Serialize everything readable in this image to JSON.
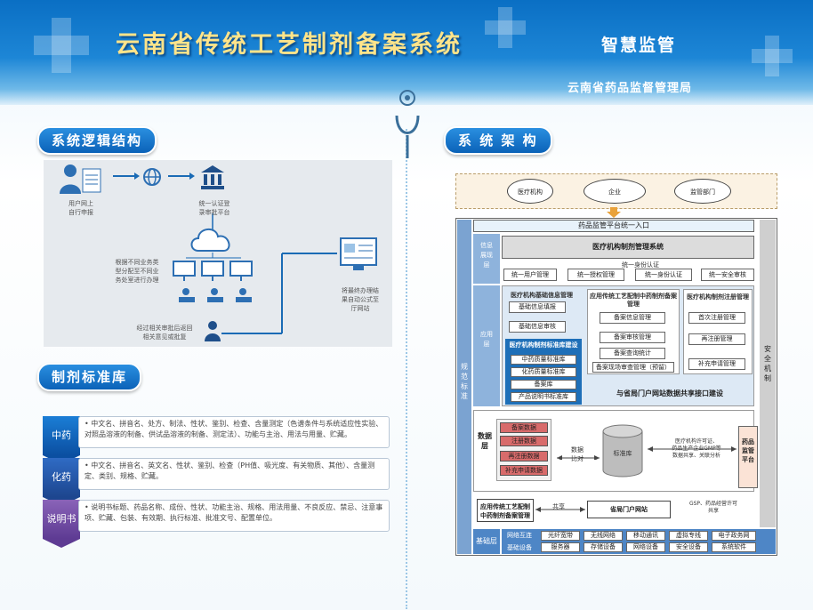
{
  "header": {
    "title": "云南省传统工艺制剂备案系统",
    "subtitle": "智慧监管",
    "org": "云南省药品监督管理局"
  },
  "sections": {
    "logic": "系统逻辑结构",
    "architecture": "系 统 架 构",
    "standards": "制剂标准库"
  },
  "flow": {
    "user_label": "用户网上\n自行申报",
    "auth_label": "统一认证登\n录审批平台",
    "dispatch_label": "根据不同业务类\n型分配至不同业\n务处室进行办理",
    "feedback_label": "经过相关审批后返回\n相关意见或批复",
    "publish_label": "将最终办理结\n果自动公式至\n厅网站"
  },
  "standards": [
    {
      "tag": "中药",
      "text": "中文名、拼音名、处方、制法、性状、鉴别、检查、含量测定（色谱条件与系统适应性实验、对照品溶液的制备、供试品溶液的制备、测定法）、功能与主治、用法与用量、贮藏。"
    },
    {
      "tag": "化药",
      "text": "中文名、拼音名、英文名、性状、鉴别、检查（PH值、吸光度、有关物质、其他）、含量测定、类别、规格、贮藏。"
    },
    {
      "tag": "说明书",
      "text": "说明书标题、药品名称、成份、性状、功能主治、规格、用法用量、不良反应、禁忌、注意事项、贮藏、包装、有效期、执行标准、批准文号、配置单位。"
    }
  ],
  "arch": {
    "top_nodes": [
      "医疗机构",
      "企业",
      "监管部门"
    ],
    "portal": "药品监管平台统一入口",
    "left_col": "规范标准",
    "right_col": "安全机制",
    "info_layer": "信息展现层",
    "mgmt_system": "医疗机构制剂管理系统",
    "unified_title": "统一身份认证",
    "unified": [
      "统一用户管理",
      "统一授权管理",
      "统一身份认证",
      "统一安全审核"
    ],
    "app_layer": "应用层",
    "group1_title": "医疗机构基础信息管理",
    "group1_items": [
      "基础信息填报",
      "基础信息审核"
    ],
    "group2_title": "医疗机构制剂标准库建设",
    "group2_items": [
      "中药质量标准库",
      "化药质量标准库",
      "备案库",
      "产品说明书标准库"
    ],
    "group3_title": "应用传统工艺配制中药制剂备案管理",
    "group3_items": [
      "备案信息管理",
      "备案审核管理",
      "备案查询统计",
      "备案现场审查管理（预留）"
    ],
    "group4_title": "医疗机构制剂注册管理",
    "group4_items": [
      "首次注册管理",
      "再注册管理",
      "补充申请管理"
    ],
    "interface": "与省局门户网站数据共享接口建设",
    "data_layer": "数据层",
    "data_items": [
      "备案数据",
      "注册数据",
      "再注册数据",
      "补充申请数据"
    ],
    "data_compare": "数据\n比对",
    "std_db": "标准库",
    "data_share": "医疗机构许可证、\n药品生产企业GMP等\n数据共享、关联分析",
    "regulator": "药品监管平台",
    "app_sys": "应用传统工艺配制中药制剂备案管理",
    "share1": "共享",
    "portal_site": "省局门户网站",
    "share2": "GSP、药品经营许可\n共享",
    "base_layer": "基础层",
    "net_label": "网络互连",
    "net_items": [
      "光纤宽带",
      "无线网络",
      "移动通讯",
      "虚拟专线",
      "电子政务网"
    ],
    "dev_label": "基础设备",
    "dev_items": [
      "服务器",
      "存储设备",
      "网络设备",
      "安全设备",
      "系统软件"
    ]
  }
}
